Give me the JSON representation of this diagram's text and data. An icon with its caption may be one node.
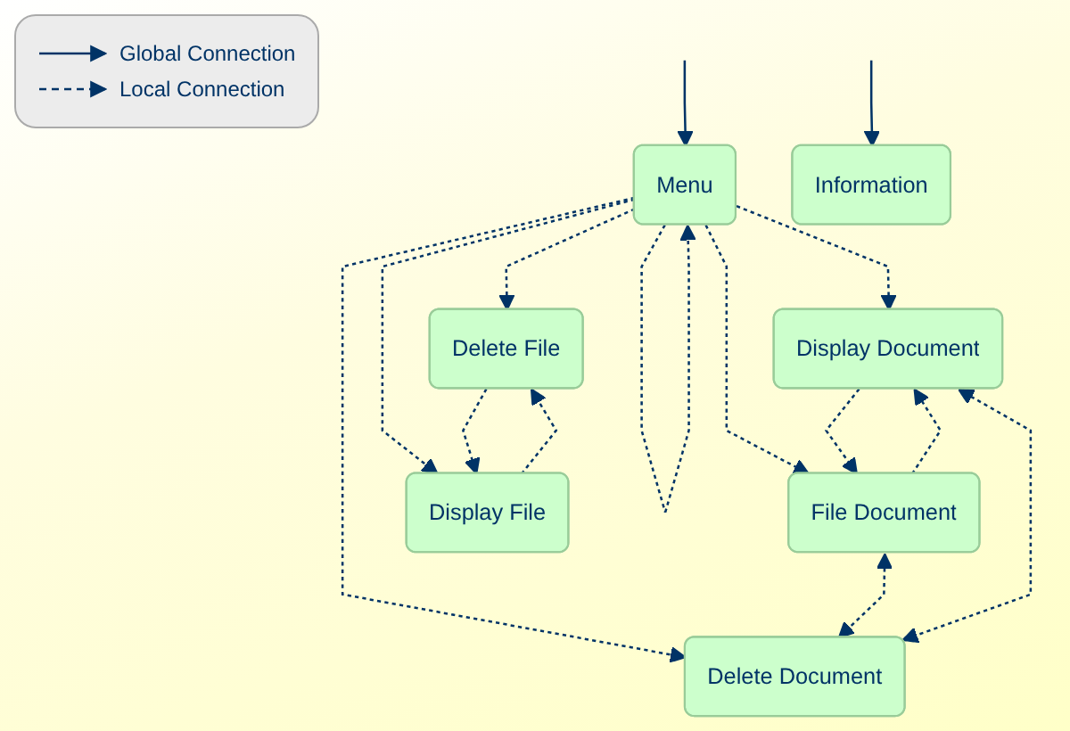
{
  "diagram": {
    "nodes": [
      {
        "text": [
          "Menu"
        ]
      },
      {
        "text": [
          "Information"
        ]
      },
      {
        "text": [
          "File Document"
        ]
      },
      {
        "text": [
          "Delete File"
        ]
      },
      {
        "text": [
          "Display Document"
        ]
      },
      {
        "text": [
          "Delete Document"
        ]
      },
      {
        "text": [
          "Display File"
        ]
      }
    ],
    "edges": [
      {
        "from": 0,
        "to": 0,
        "arrow": "to",
        "style": "dashed"
      },
      {
        "from": null,
        "to": 0,
        "arrow": "to"
      },
      {
        "from": null,
        "to": 1,
        "arrow": "to"
      },
      {
        "from": 0,
        "to": 4,
        "arrow": "to",
        "style": "dashed"
      },
      {
        "from": 0,
        "to": 2,
        "arrow": "to",
        "style": "dashed"
      },
      {
        "from": 0,
        "to": 5,
        "arrow": "to",
        "style": "dashed"
      },
      {
        "from": 0,
        "to": 3,
        "arrow": "to",
        "style": "dashed"
      },
      {
        "from": 0,
        "to": 6,
        "arrow": "to",
        "style": "dashed"
      },
      {
        "from": 4,
        "to": 2,
        "arrow": "to",
        "style": "dashed"
      },
      {
        "from": 2,
        "to": 4,
        "arrow": "to",
        "style": "dashed"
      },
      {
        "from": 2,
        "to": 5,
        "arrow": "both",
        "style": "dashed"
      },
      {
        "from": 4,
        "to": 5,
        "arrow": "both",
        "style": "dashed"
      },
      {
        "from": 6,
        "to": 3,
        "arrow": "to",
        "style": "dashed"
      },
      {
        "from": 3,
        "to": 6,
        "arrow": "to",
        "style": "dashed"
      }
    ],
    "legend": [
      {
        "text": "Global Connection"
      },
      {
        "text": "Local Connection"
      }
    ]
  }
}
